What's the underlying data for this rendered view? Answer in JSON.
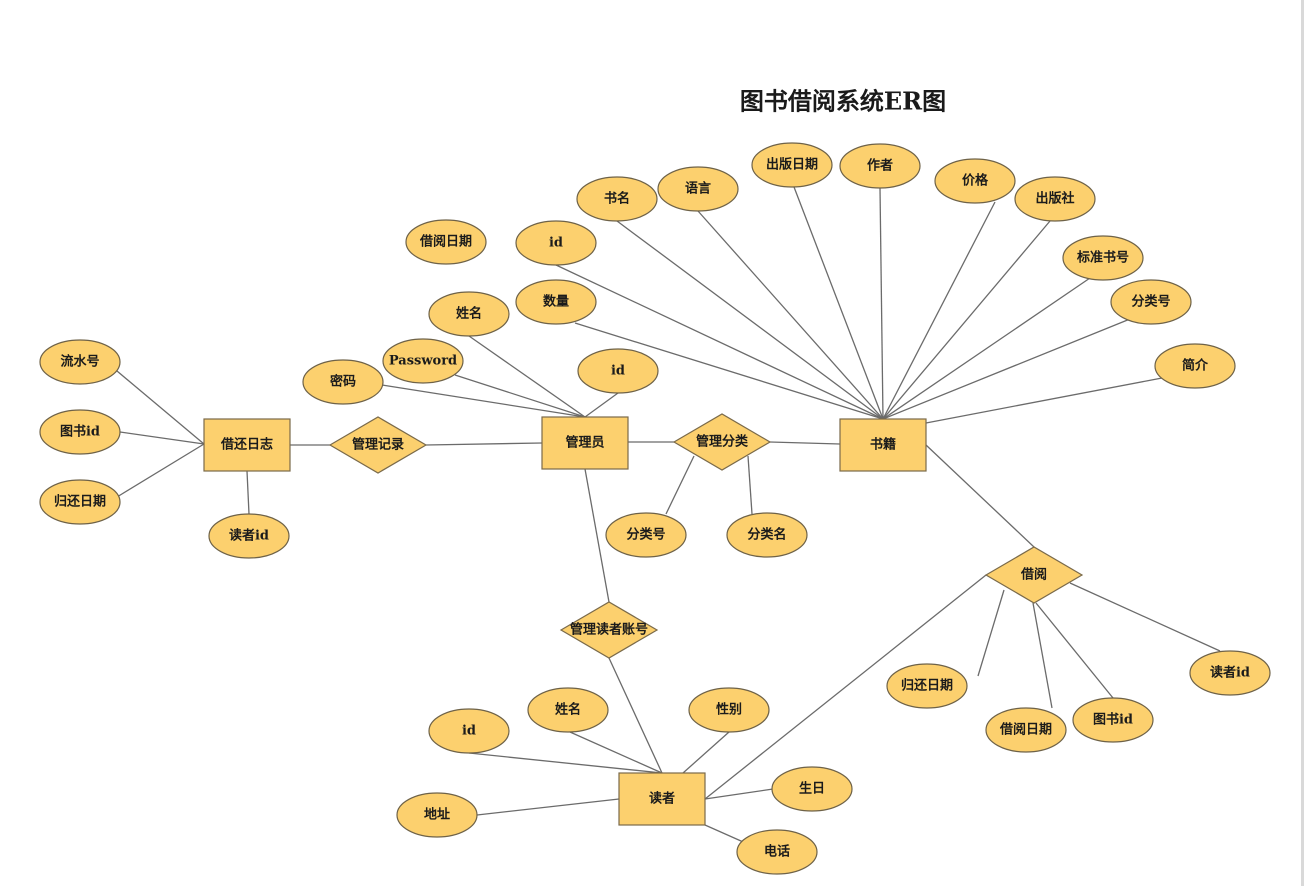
{
  "title": "图书借阅系统ER图",
  "colors": {
    "fill": "#fcd06e",
    "stroke": "#7a6a4a",
    "line": "#6b6b6b"
  },
  "entities": [
    {
      "id": "log",
      "label": "借还日志"
    },
    {
      "id": "admin",
      "label": "管理员"
    },
    {
      "id": "book",
      "label": "书籍"
    },
    {
      "id": "reader",
      "label": "读者"
    }
  ],
  "relationships": [
    {
      "id": "r_record",
      "label": "管理记录"
    },
    {
      "id": "r_class",
      "label": "管理分类"
    },
    {
      "id": "r_account",
      "label": "管理读者账号"
    },
    {
      "id": "r_borrow",
      "label": "借阅"
    }
  ],
  "attributes": [
    {
      "id": "log_serial",
      "label": "流水号"
    },
    {
      "id": "log_bookid",
      "label": "图书id"
    },
    {
      "id": "log_return",
      "label": "归还日期"
    },
    {
      "id": "log_readerid",
      "label": "读者id"
    },
    {
      "id": "borrowdate_top",
      "label": "借阅日期"
    },
    {
      "id": "admin_name",
      "label": "姓名"
    },
    {
      "id": "admin_pwd_en",
      "label": "Password"
    },
    {
      "id": "admin_pwd",
      "label": "密码"
    },
    {
      "id": "admin_id",
      "label": "id"
    },
    {
      "id": "class_no",
      "label": "分类号"
    },
    {
      "id": "class_name",
      "label": "分类名"
    },
    {
      "id": "book_id",
      "label": "id"
    },
    {
      "id": "book_title",
      "label": "书名"
    },
    {
      "id": "book_lang",
      "label": "语言"
    },
    {
      "id": "book_pubdate",
      "label": "出版日期"
    },
    {
      "id": "book_author",
      "label": "作者"
    },
    {
      "id": "book_price",
      "label": "价格"
    },
    {
      "id": "book_publisher",
      "label": "出版社"
    },
    {
      "id": "book_isbn",
      "label": "标准书号"
    },
    {
      "id": "book_classno",
      "label": "分类号"
    },
    {
      "id": "book_summary",
      "label": "简介"
    },
    {
      "id": "book_qty",
      "label": "数量"
    },
    {
      "id": "borrow_return",
      "label": "归还日期"
    },
    {
      "id": "borrow_date",
      "label": "借阅日期"
    },
    {
      "id": "borrow_bookid",
      "label": "图书id"
    },
    {
      "id": "borrow_readerid",
      "label": "读者id"
    },
    {
      "id": "reader_id",
      "label": "id"
    },
    {
      "id": "reader_name",
      "label": "姓名"
    },
    {
      "id": "reader_gender",
      "label": "性别"
    },
    {
      "id": "reader_birth",
      "label": "生日"
    },
    {
      "id": "reader_addr",
      "label": "地址"
    },
    {
      "id": "reader_phone",
      "label": "电话"
    }
  ]
}
